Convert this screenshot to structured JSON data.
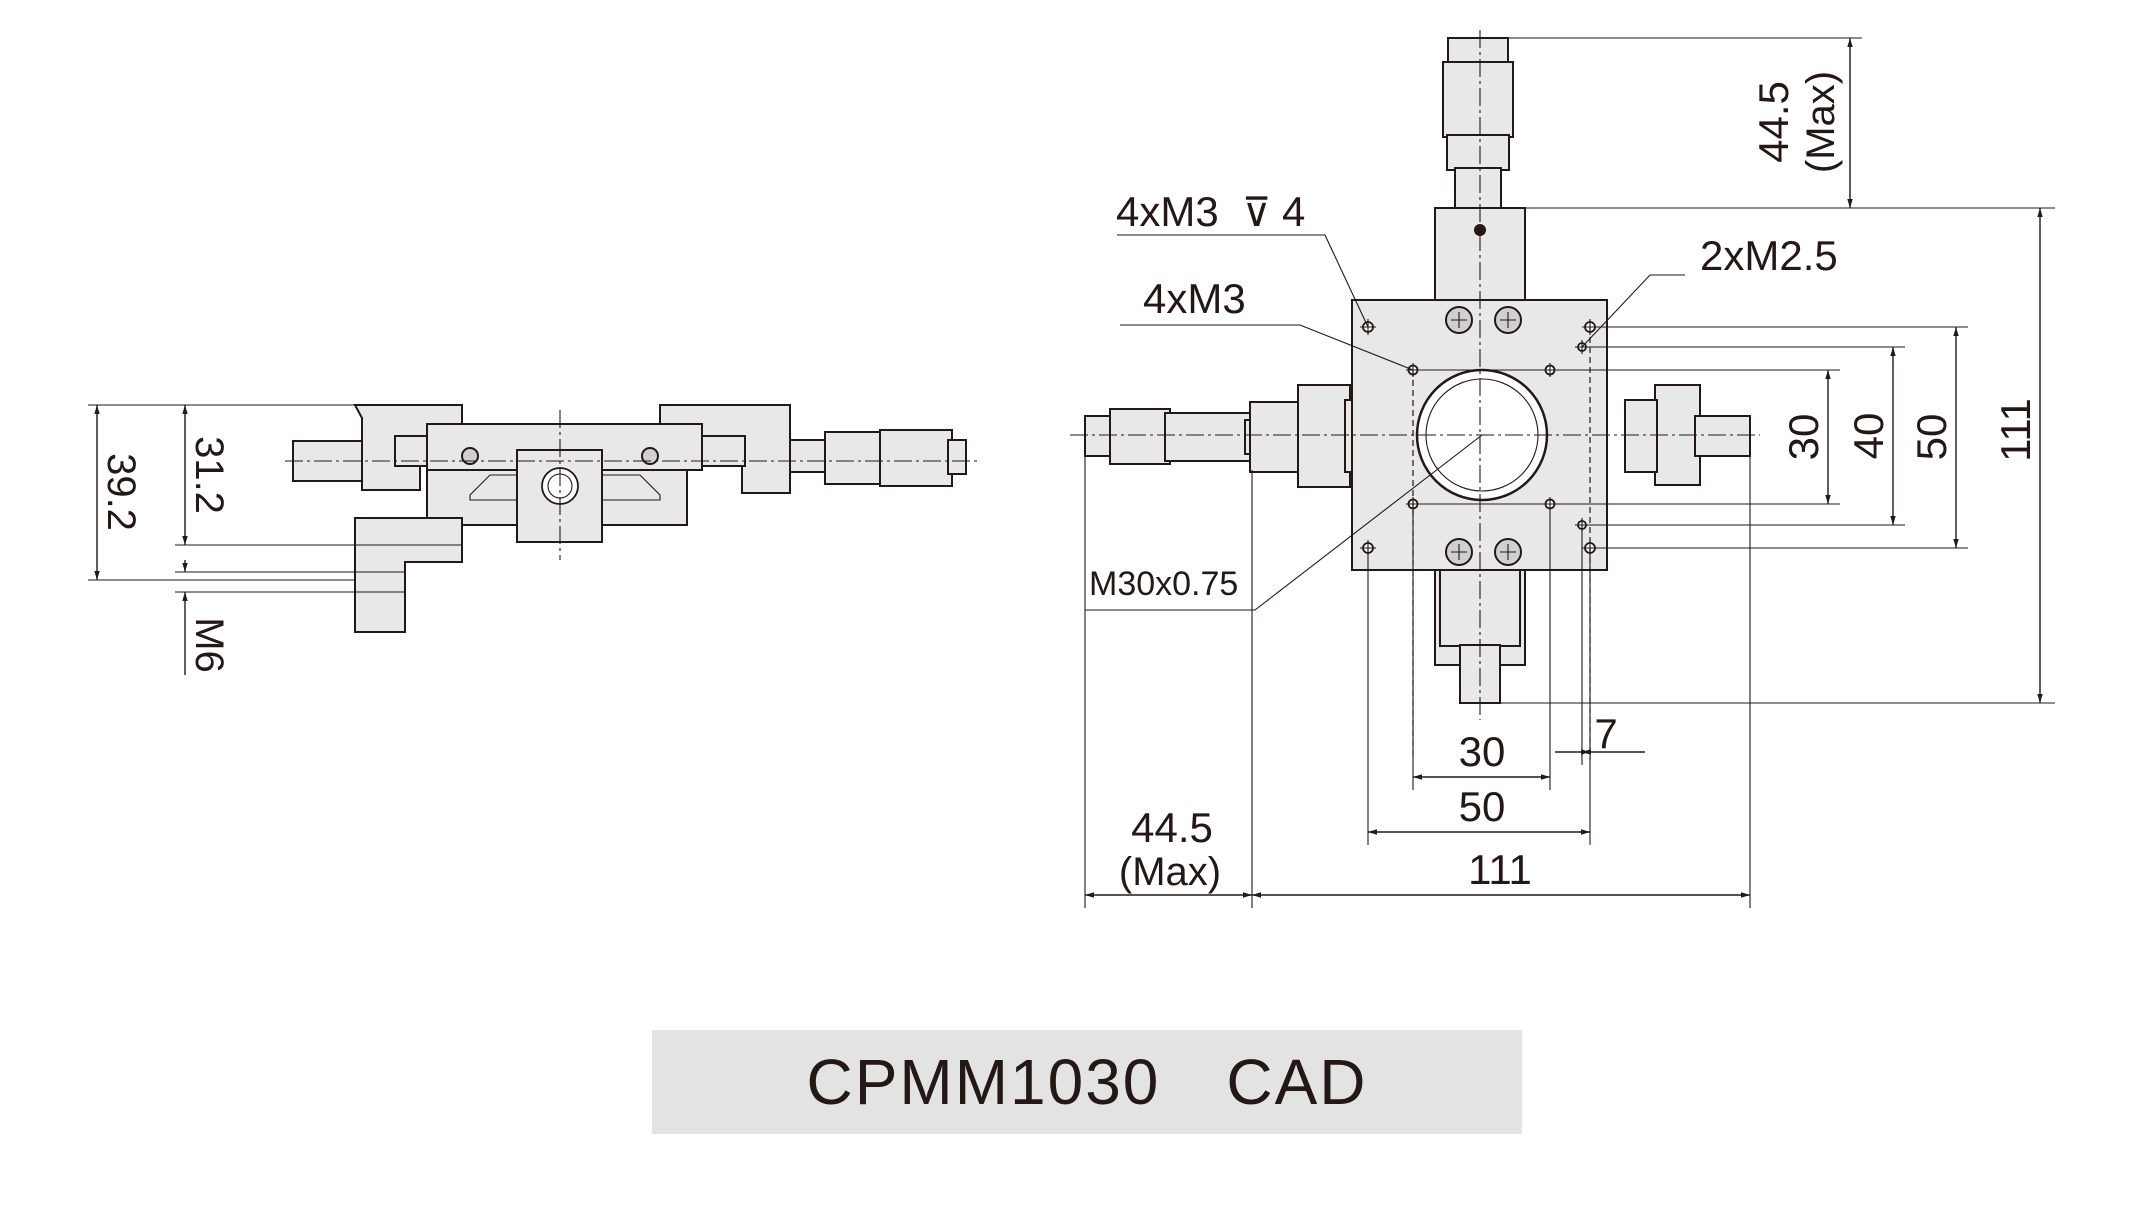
{
  "side_view": {
    "dim_height_total": "39.2",
    "dim_height_top": "31.2",
    "dim_thread": "M6"
  },
  "top_view": {
    "label_tapped_holes_depth": "4xM3",
    "label_depth_value": "4",
    "label_holes": "4xM3",
    "label_pin_holes": "2xM2.5",
    "label_center_thread": "M30x0.75",
    "dim_right_30": "30",
    "dim_right_40": "40",
    "dim_right_50": "50",
    "dim_right_111": "111",
    "dim_top_max_value": "44.5",
    "dim_top_max_note": "(Max)",
    "dim_bottom_30": "30",
    "dim_bottom_7": "7",
    "dim_bottom_50": "50",
    "dim_bottom_111": "111",
    "dim_left_max_value": "44.5",
    "dim_left_max_note": "(Max)"
  },
  "caption": {
    "text": "CPMM1030　CAD"
  },
  "colors": {
    "ink": "#231815",
    "caption_background": "#e3e3e3",
    "part_fill": "#e8e8e8"
  }
}
